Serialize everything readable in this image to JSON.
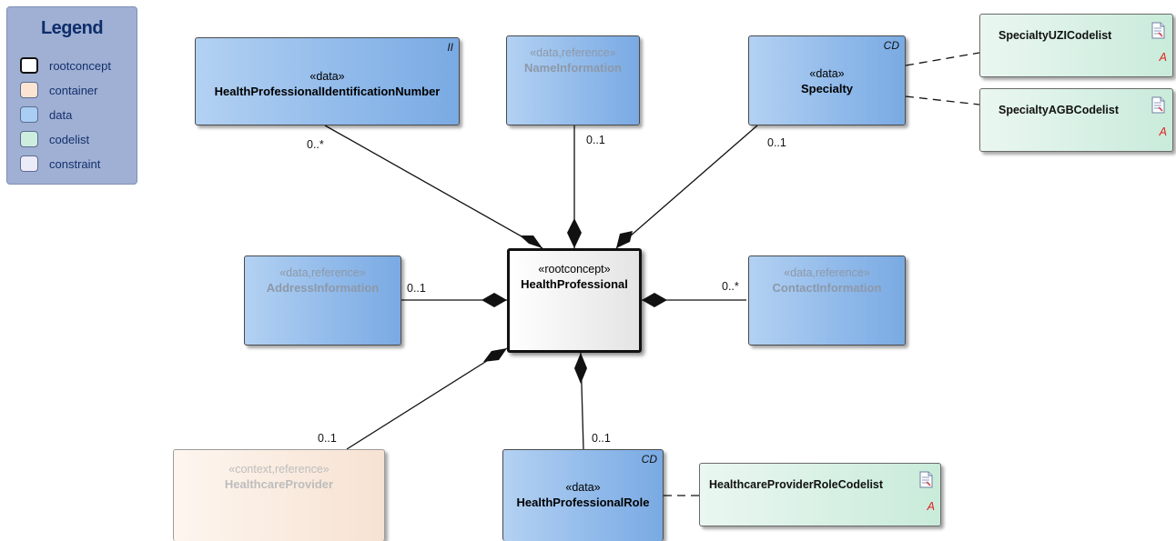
{
  "legend": {
    "title": "Legend",
    "items": [
      {
        "label": "rootconcept",
        "color": "#ffffff",
        "border": "#111111"
      },
      {
        "label": "container",
        "color": "#fbe5d2",
        "border": "#7a869f"
      },
      {
        "label": "data",
        "color": "#a9cdf3",
        "border": "#5d6c8f"
      },
      {
        "label": "codelist",
        "color": "#cdeede",
        "border": "#5d6c8f"
      },
      {
        "label": "constraint",
        "color": "#ecebf8",
        "border": "#5d6c8f"
      }
    ]
  },
  "nodes": {
    "id_number": {
      "stereotype": "«data»",
      "name": "HealthProfessionalIdentificationNumber",
      "corner": "II"
    },
    "name_info": {
      "stereotype": "«data,reference»",
      "name": "NameInformation"
    },
    "specialty": {
      "stereotype": "«data»",
      "name": "Specialty",
      "corner": "CD"
    },
    "address": {
      "stereotype": "«data,reference»",
      "name": "AddressInformation"
    },
    "root": {
      "stereotype": "«rootconcept»",
      "name": "HealthProfessional"
    },
    "contact": {
      "stereotype": "«data,reference»",
      "name": "ContactInformation"
    },
    "provider": {
      "stereotype": "«context,reference»",
      "name": "HealthcareProvider"
    },
    "role": {
      "stereotype": "«data»",
      "name": "HealthProfessionalRole",
      "corner": "CD"
    }
  },
  "codelists": {
    "uzi": {
      "name": "SpecialtyUZICodelist",
      "marker": "A"
    },
    "agb": {
      "name": "SpecialtyAGBCodelist",
      "marker": "A"
    },
    "role": {
      "name": "HealthcareProviderRoleCodelist",
      "marker": "A"
    }
  },
  "multiplicities": {
    "id_number": "0..*",
    "name_info": "0..1",
    "specialty": "0..1",
    "address": "0..1",
    "contact": "0..*",
    "provider": "0..1",
    "role": "0..1"
  }
}
